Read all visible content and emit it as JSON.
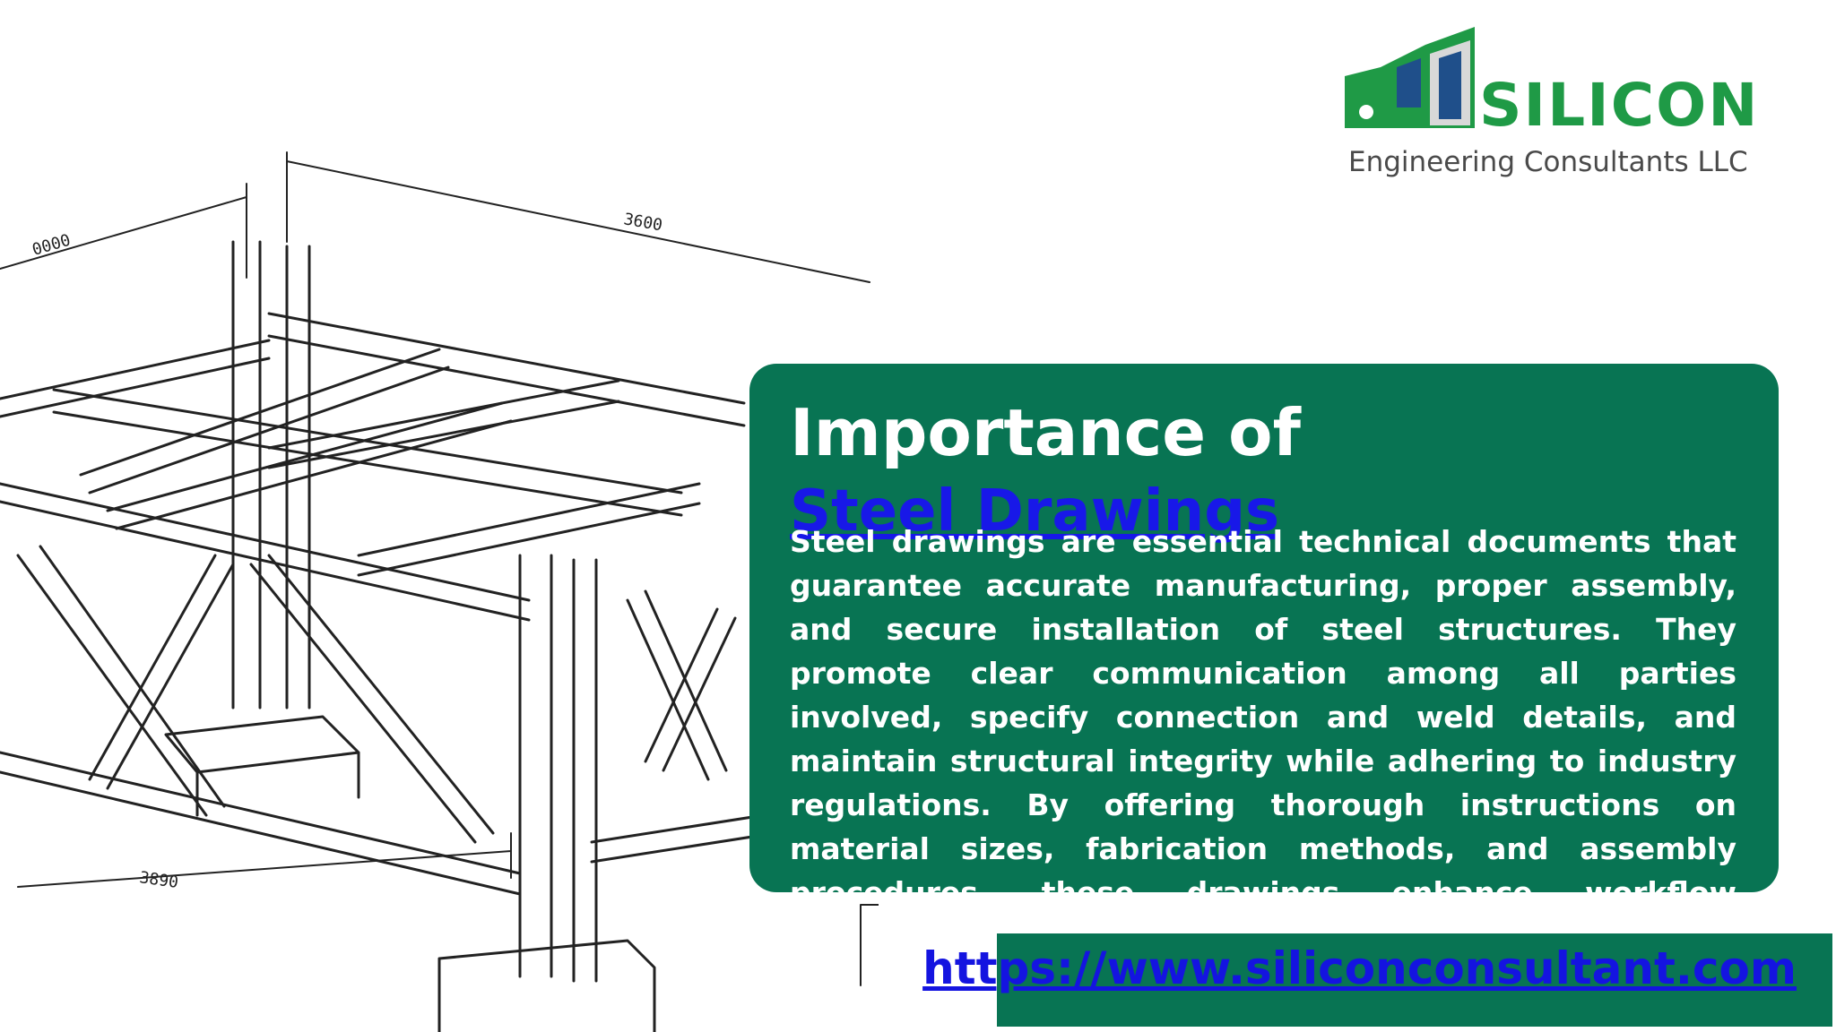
{
  "logo": {
    "brand": "SILICON",
    "subtitle": "Engineering Consultants LLC",
    "colors": {
      "green": "#1f9a46",
      "blue": "#1f4f8a",
      "grey": "#6d6d6d"
    }
  },
  "drawing": {
    "dimensions": [
      "0000",
      "3600",
      "3890"
    ]
  },
  "card": {
    "title": "Importance of",
    "link_text": "Steel Drawings",
    "body": "Steel drawings are essential technical documents that guarantee accurate manufacturing, proper assembly, and secure installation of steel structures. They promote clear communication among all parties involved, specify connection and weld details, and maintain structural integrity while adhering to industry regulations. By offering thorough instructions on material sizes, fabrication methods, and assembly procedures, these drawings enhance workflow efficiency, and minimize mistakes.",
    "background": "#087453"
  },
  "footer": {
    "url": "https://www.siliconconsultant.com"
  }
}
